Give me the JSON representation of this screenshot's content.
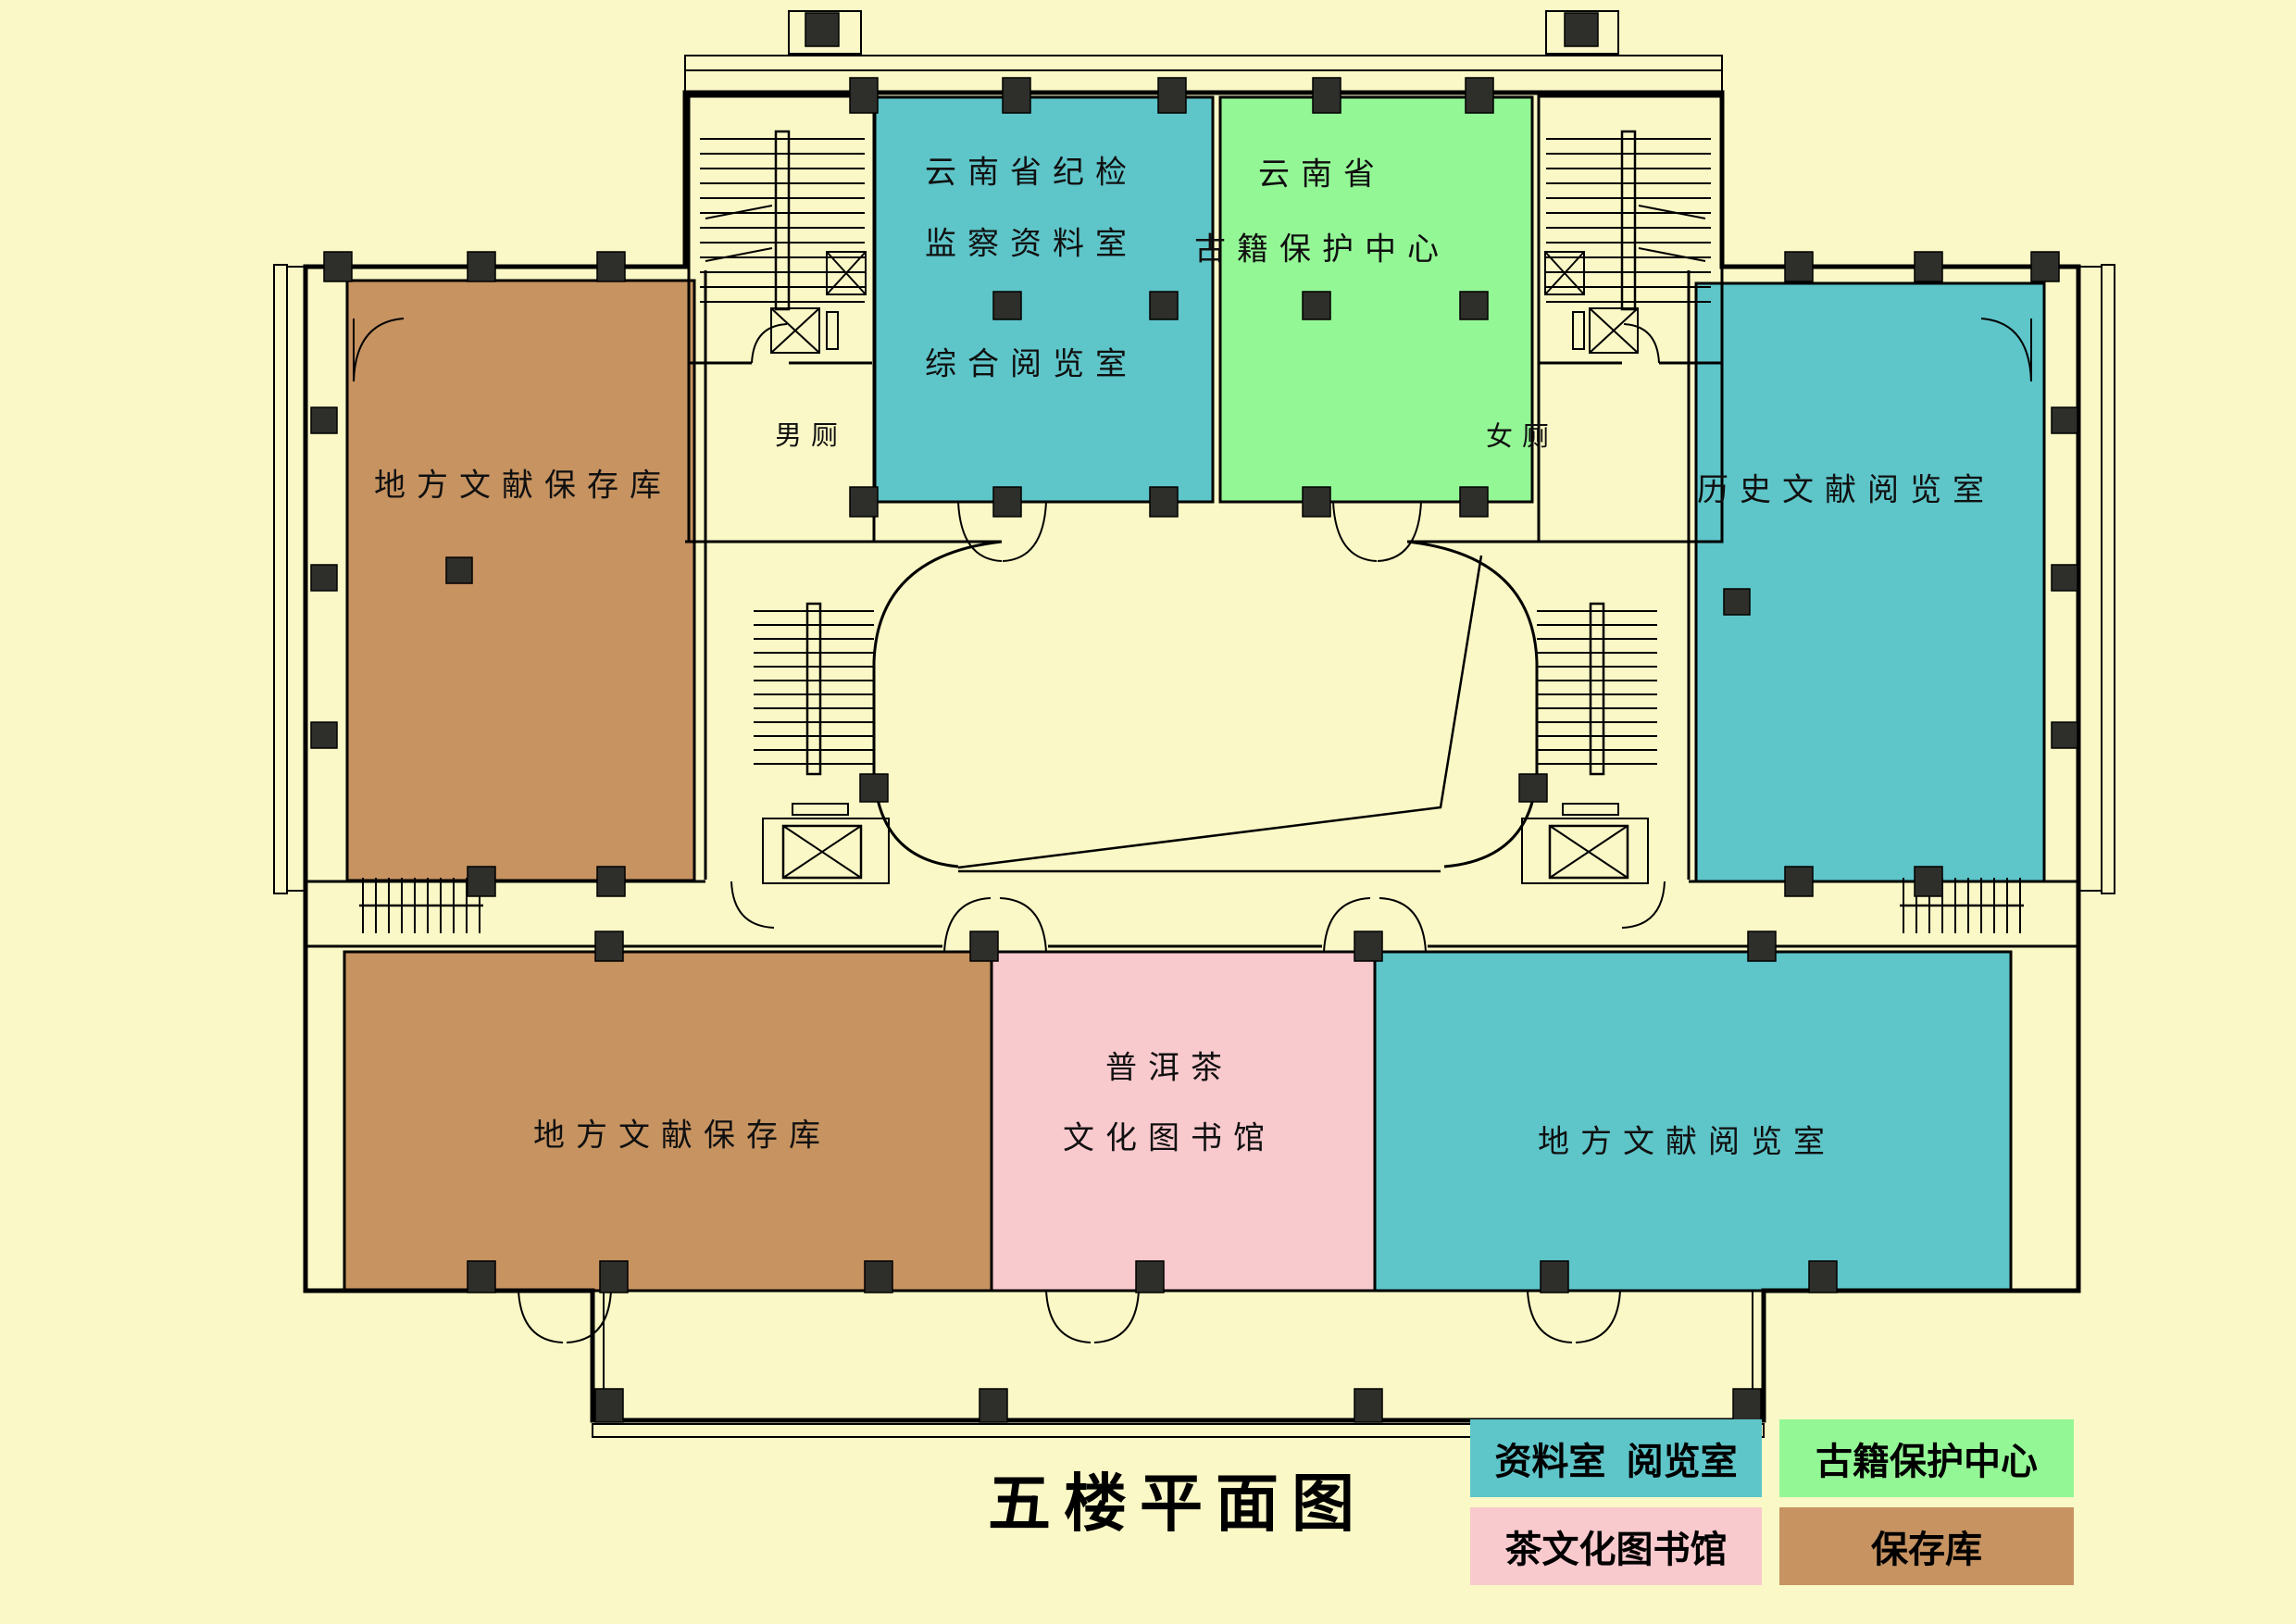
{
  "title": "五楼平面图",
  "colors": {
    "background": "#FAF8C6",
    "reading_room": "#5EC5C9",
    "protection_center": "#94F796",
    "tea_library": "#F8C9CD",
    "storage": "#C69361",
    "column": "#2E2E2B",
    "wall": "#000000"
  },
  "rooms": {
    "jijian_reading": {
      "line1": "云南省纪检",
      "line2": "监察资料室",
      "line3": "综合阅览室"
    },
    "guji_center": {
      "line1": "云南省",
      "line2": "古籍保护中心"
    },
    "west_storage": {
      "label": "地方文献保存库"
    },
    "east_history_reading": {
      "label": "历史文献阅览室"
    },
    "south_storage": {
      "label": "地方文献保存库"
    },
    "tea_library": {
      "line1": "普洱茶",
      "line2": "文化图书馆"
    },
    "south_local_reading": {
      "label": "地方文献阅览室"
    }
  },
  "toilets": {
    "male": "男厕",
    "female": "女厕"
  },
  "legend": {
    "items": [
      {
        "label": "资料室  阅览室",
        "color_key": "reading_room"
      },
      {
        "label": "古籍保护中心",
        "color_key": "protection_center"
      },
      {
        "label": "茶文化图书馆",
        "color_key": "tea_library"
      },
      {
        "label": "保存库",
        "color_key": "storage"
      }
    ]
  }
}
